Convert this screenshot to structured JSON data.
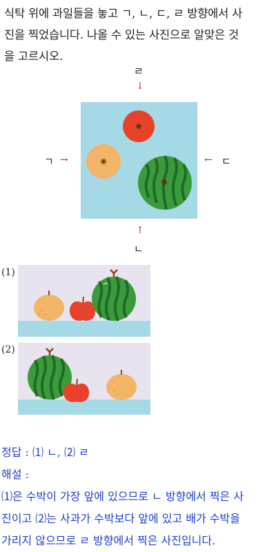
{
  "question": {
    "line1": "식탁 위에 과일들을 놓고 ㄱ, ㄴ, ㄷ, ㄹ 방향에서 사",
    "line2": "진을 찍었습니다. 나올 수 있는 사진으로 알맞은 것",
    "line3": "을 고르시오."
  },
  "diagram": {
    "label_top": "ㄹ",
    "label_left": "ㄱ",
    "label_right": "ㄷ",
    "label_bottom": "ㄴ",
    "colors": {
      "table": "#a6d9e6",
      "arrow": "#c0272d",
      "apple": "#e8422b",
      "pear": "#f2b467",
      "watermelon": "#3a9b3a"
    }
  },
  "options": [
    {
      "label": "(1)"
    },
    {
      "label": "(2)"
    }
  ],
  "answer": {
    "line1": "정답 : ⑴ ㄴ, ⑵ ㄹ",
    "line2": "해설 :",
    "line3": "⑴은 수박이 가장 앞에 있으므로 ㄴ 방향에서 찍은 사",
    "line4": "진이고 ⑵는 사과가 수박보다 앞에 있고 배가 수박을",
    "line5": "가리지 않으므로 ㄹ 방향에서 찍은 사진입니다."
  }
}
